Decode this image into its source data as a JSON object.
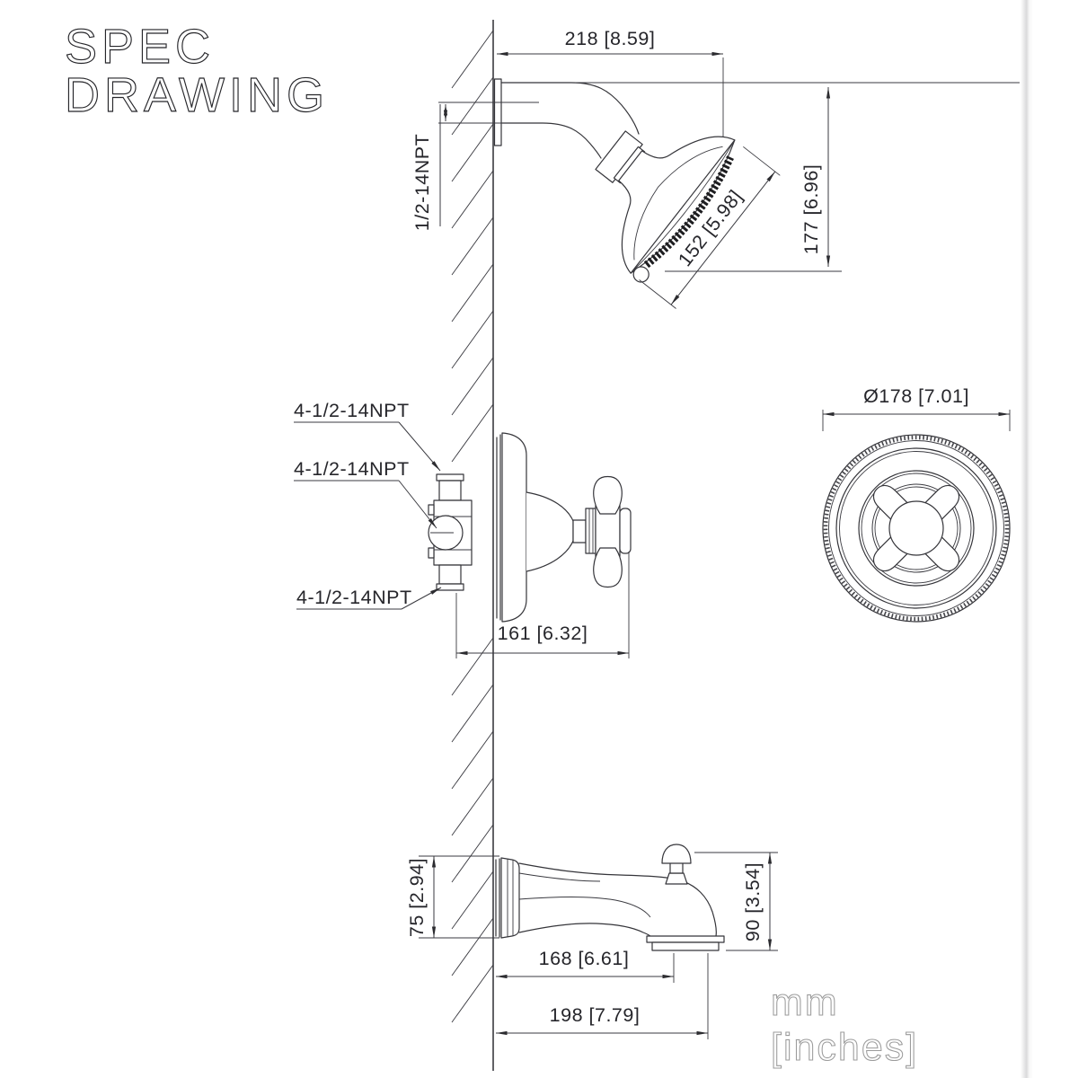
{
  "title_line1": "SPEC",
  "title_line2": "DRAWING",
  "units_line1": "mm",
  "units_line2": "[inches]",
  "labels": {
    "arm_thread": "1/2-14NPT",
    "valve_thread_top": "4-1/2-14NPT",
    "valve_thread_mid": "4-1/2-14NPT",
    "valve_thread_bottom": "4-1/2-14NPT"
  },
  "dims": {
    "arm_length": "218 [8.59]",
    "head_height": "177 [6.96]",
    "head_face": "152 [5.98]",
    "trim_diameter": "Ø178 [7.01]",
    "valve_reach": "161 [6.32]",
    "spout_wall": "75 [2.94]",
    "spout_drop": "90 [3.54]",
    "spout_reach": "168 [6.61]",
    "spout_length": "198 [7.79]"
  }
}
